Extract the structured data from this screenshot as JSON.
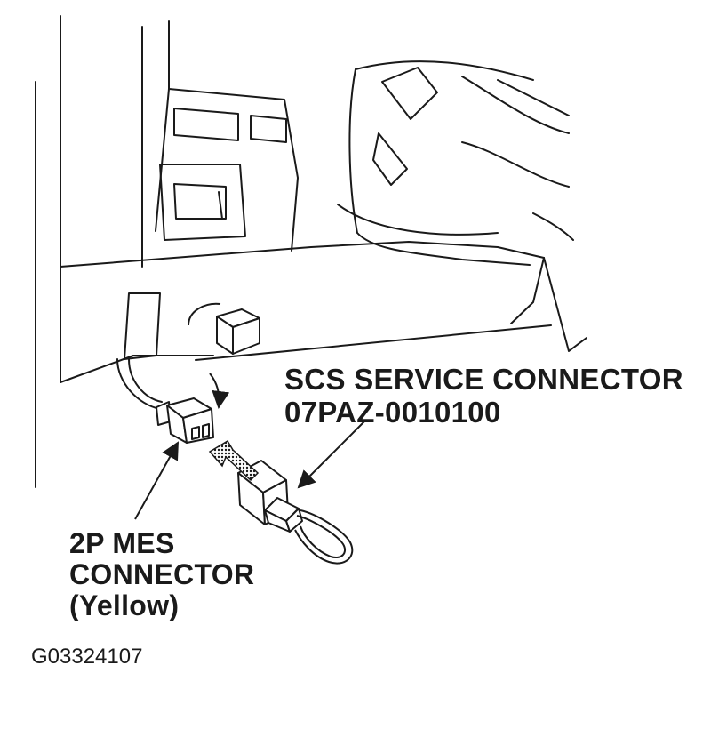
{
  "callouts": {
    "scs_service_connector": {
      "name": "SCS SERVICE CONNECTOR",
      "part_number": "07PAZ-0010100"
    },
    "mes_connector": {
      "line1": "2P MES",
      "line2": "CONNECTOR",
      "line3": "(Yellow)"
    }
  },
  "figure_id": "G03324107",
  "colors": {
    "ink": "#1a1a1a",
    "background": "#ffffff"
  }
}
